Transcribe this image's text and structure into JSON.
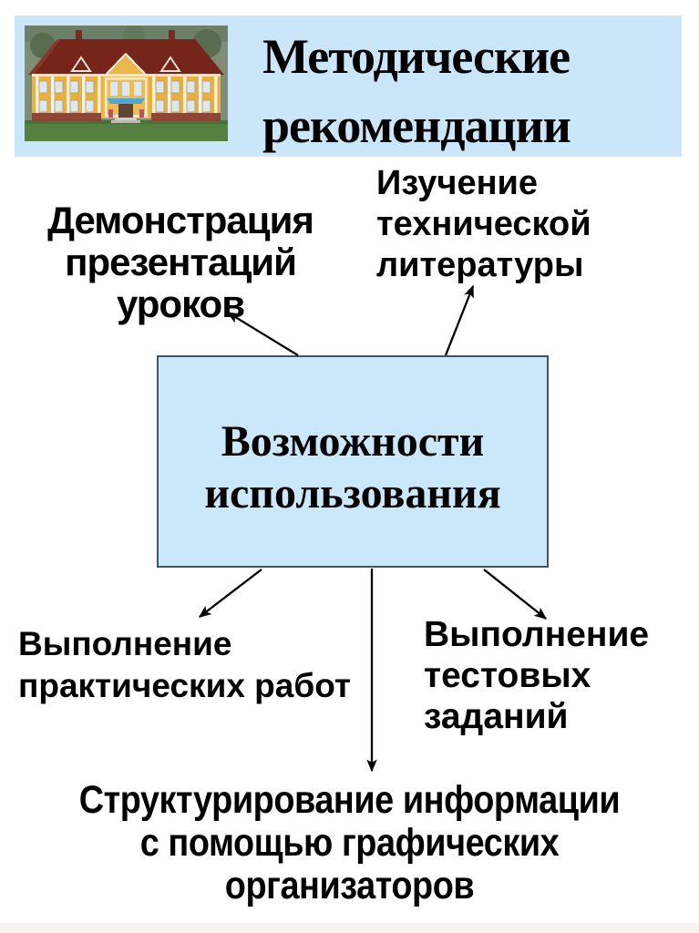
{
  "header": {
    "title_lines": [
      "Методические",
      "рекомендации"
    ],
    "image": "school-building-photo"
  },
  "center_box": {
    "lines": [
      "Возможности",
      "использования"
    ]
  },
  "labels": {
    "top_left": {
      "lines": [
        "Демонстрация",
        "презентаций",
        "уроков"
      ]
    },
    "top_right": {
      "lines": [
        "Изучение",
        "технической",
        "литературы"
      ]
    },
    "bottom_left": {
      "lines": [
        "Выполнение",
        "практических работ"
      ]
    },
    "bottom_right": {
      "lines": [
        "Выполнение",
        "тестовых",
        "заданий"
      ]
    },
    "bottom_center": {
      "lines": [
        "Структурирование информации",
        "с помощью графических",
        "организаторов"
      ]
    }
  },
  "colors": {
    "header_band": "#cbe6f8",
    "center_box_fill": "#cbe8fa",
    "center_box_border": "#47525a",
    "text": "#000000",
    "arrow": "#000000"
  }
}
